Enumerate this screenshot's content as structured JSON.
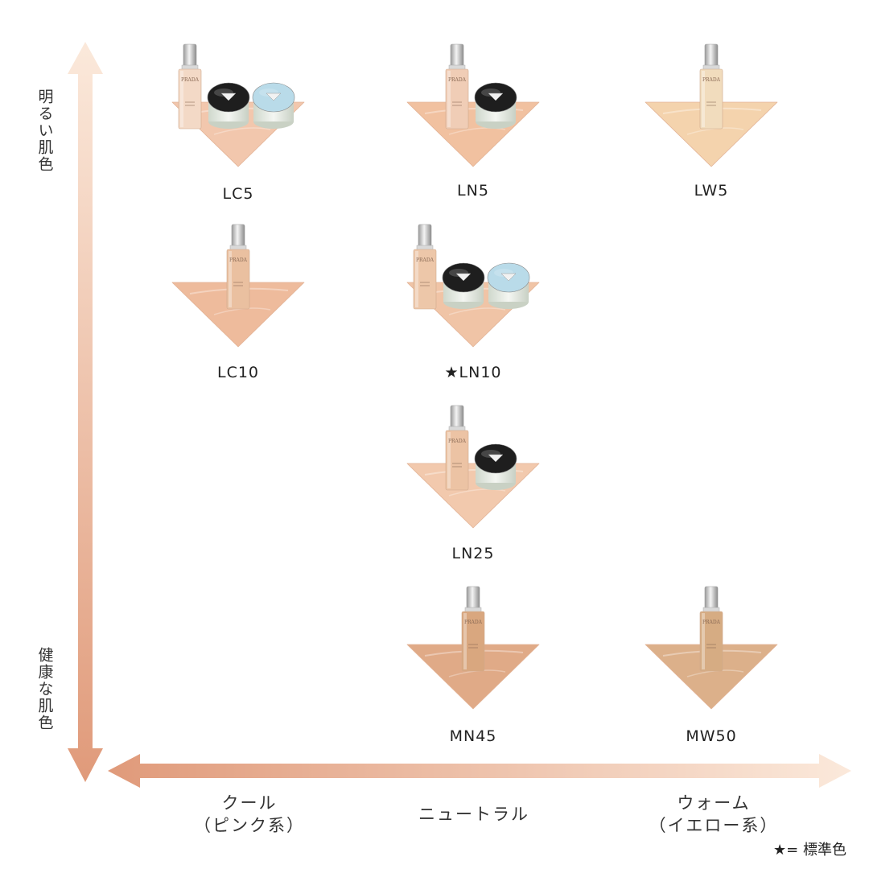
{
  "axes": {
    "vertical_top_label": "明るい肌色",
    "vertical_bottom_label": "健康な肌色",
    "horizontal": {
      "cool_line1": "クール",
      "cool_line2": "（ピンク系）",
      "neutral": "ニュートラル",
      "warm_line1": "ウォーム",
      "warm_line2": "（イエロー系）"
    },
    "gradient_light": "#fbe9db",
    "gradient_dark": "#e09a7a"
  },
  "legend": "★= 標準色",
  "brand_text": "PRADA",
  "shades": [
    {
      "label": "LC5",
      "tone": "#f2c7ad",
      "bottle": "#f3d9c6",
      "items": [
        "foundation",
        "loose-powder",
        "pressed-powder"
      ]
    },
    {
      "label": "LN5",
      "tone": "#f1c1a0",
      "bottle": "#f0cdb6",
      "items": [
        "foundation",
        "loose-powder"
      ]
    },
    {
      "label": "LW5",
      "tone": "#f4d3ad",
      "bottle": "#f1dcbd",
      "items": [
        "foundation"
      ]
    },
    {
      "label": "LC10",
      "tone": "#eebb9c",
      "bottle": "#eac0a0",
      "items": [
        "foundation"
      ]
    },
    {
      "label": "★LN10",
      "tone": "#f0c4a6",
      "bottle": "#edc7a9",
      "items": [
        "foundation",
        "loose-powder",
        "pressed-powder"
      ]
    },
    {
      "label": "LN25",
      "tone": "#f2c9ad",
      "bottle": "#ecc3a4",
      "items": [
        "foundation",
        "loose-powder"
      ]
    },
    {
      "label": "MN45",
      "tone": "#e0aa87",
      "bottle": "#d9a77f",
      "items": [
        "foundation"
      ]
    },
    {
      "label": "MW50",
      "tone": "#dcb08a",
      "bottle": "#d6ac83",
      "items": [
        "foundation"
      ]
    }
  ]
}
